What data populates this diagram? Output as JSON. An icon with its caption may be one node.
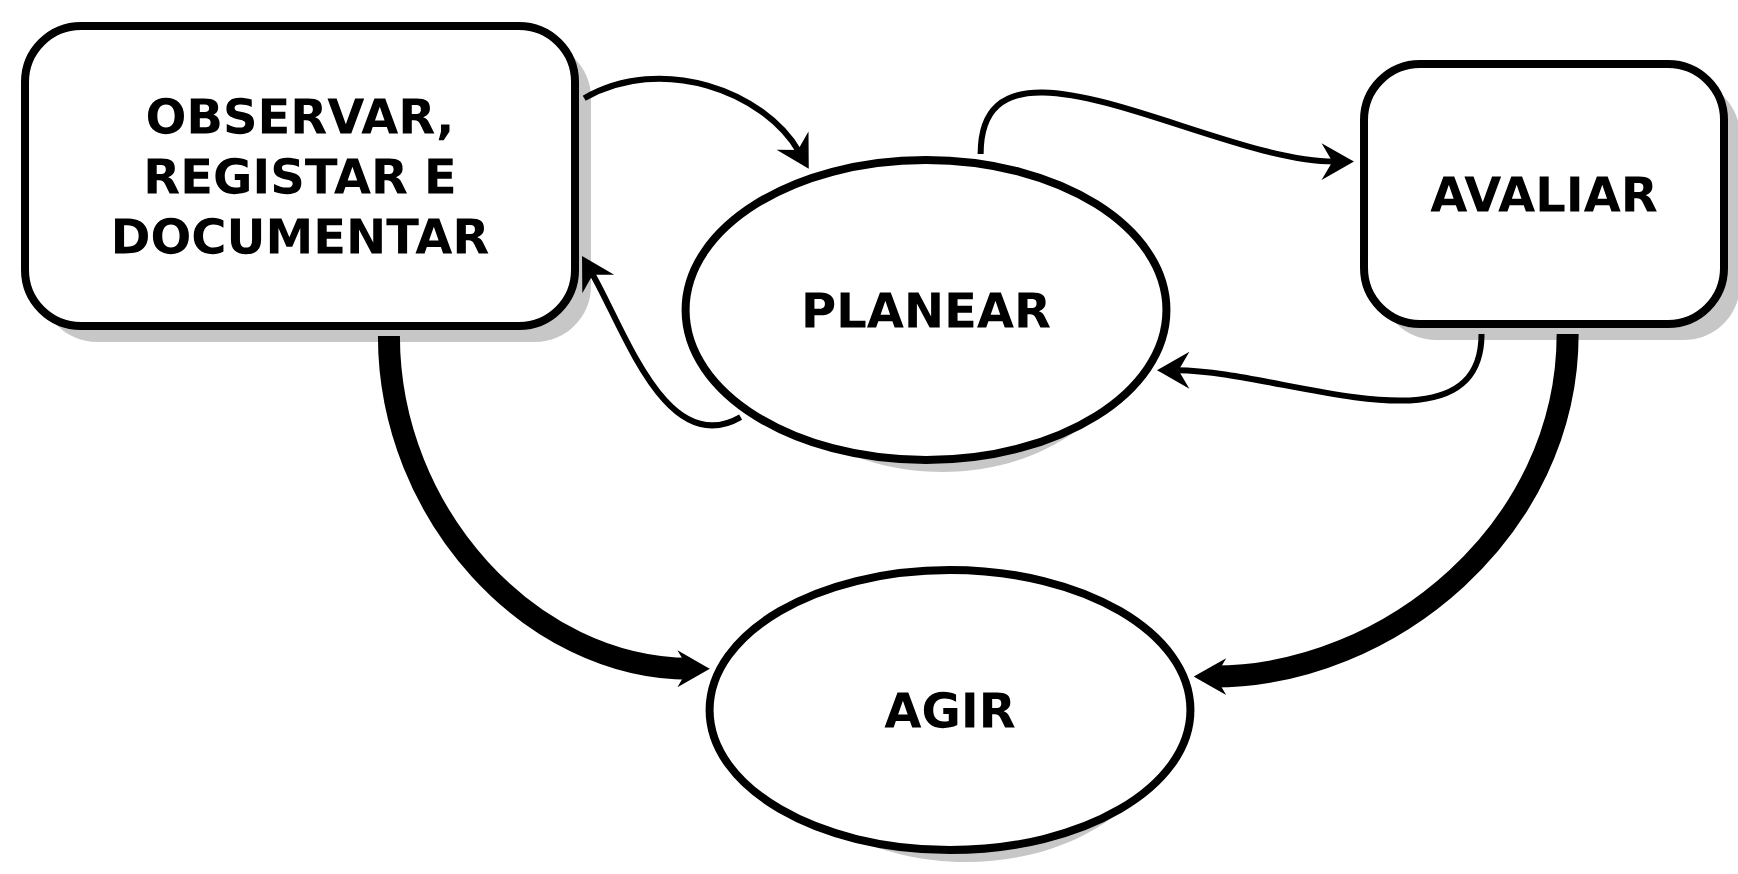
{
  "diagram": {
    "nodes": [
      {
        "text": [
          "OBSERVAR, REGISTAR E DOCUMENTAR"
        ]
      },
      {
        "text": [
          "PLANEAR"
        ]
      },
      {
        "text": [
          "AVALIAR"
        ]
      },
      {
        "text": [
          "AGIR"
        ]
      }
    ],
    "edges": [
      {
        "from": 0,
        "to": 1,
        "arrow": "to"
      },
      {
        "from": 1,
        "to": 2,
        "arrow": "to"
      },
      {
        "from": 2,
        "to": 1,
        "arrow": "to"
      },
      {
        "from": 1,
        "to": 0,
        "arrow": "to"
      },
      {
        "from": 0,
        "to": 3,
        "arrow": "to",
        "style": "thick"
      },
      {
        "from": 2,
        "to": 3,
        "arrow": "to",
        "style": "thick"
      }
    ]
  }
}
